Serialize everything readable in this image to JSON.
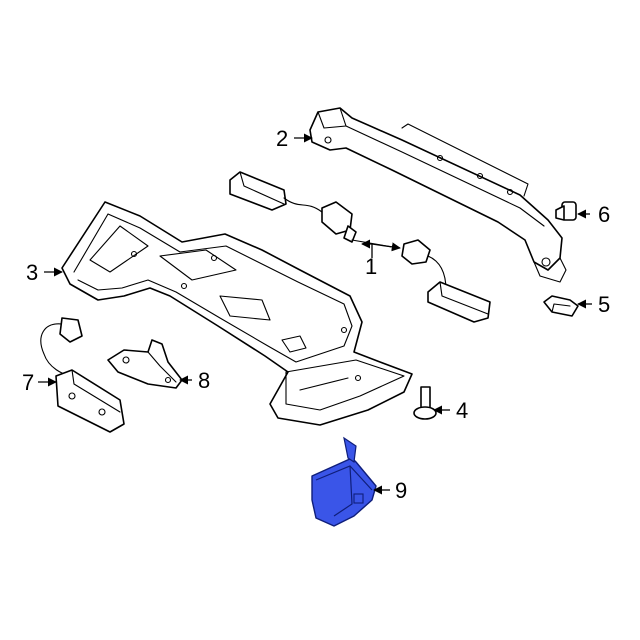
{
  "callouts": {
    "c1": "1",
    "c2": "2",
    "c3": "3",
    "c4": "4",
    "c5": "5",
    "c6": "6",
    "c7": "7",
    "c8": "8",
    "c9": "9"
  },
  "colors": {
    "highlight": "#3a55e8",
    "line": "#000000",
    "background": "#ffffff"
  }
}
